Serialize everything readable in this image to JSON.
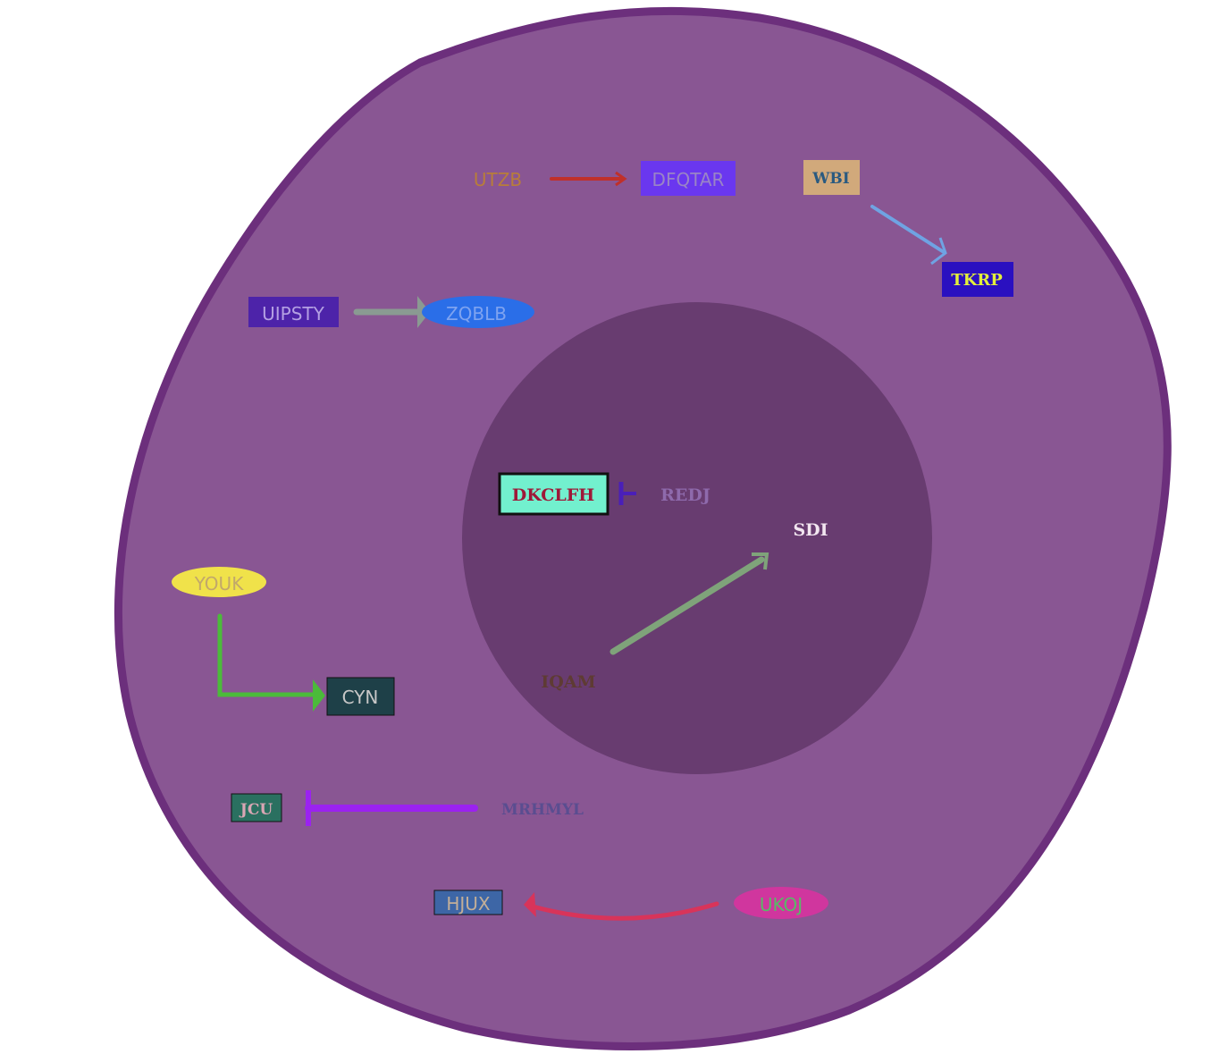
{
  "colors": {
    "cell_fill": "#895693",
    "cell_border": "#6c2f7c",
    "nucleus_fill": "#683c70"
  },
  "nodes": {
    "utzb": "UTZB",
    "dfqtar": "DFQTAR",
    "wbi": "WBI",
    "tkrp": "TKRP",
    "uipsty": "UIPSTY",
    "zqblb": "ZQBLB",
    "dkclfh": "DKCLFH",
    "redj": "REDJ",
    "sdi": "SDI",
    "iqam": "IQAM",
    "youk": "YOUK",
    "cyn": "CYN",
    "jcu": "JCU",
    "mrhmyl": "MRHMYL",
    "hjux": "HJUX",
    "ukoj": "UKOJ"
  },
  "edges": [
    {
      "from": "UTZB",
      "to": "DFQTAR",
      "type": "activation",
      "color": "#c0302a"
    },
    {
      "from": "WBI",
      "to": "TKRP",
      "type": "activation",
      "color": "#6fa3e3"
    },
    {
      "from": "UIPSTY",
      "to": "ZQBLB",
      "type": "activation",
      "color": "#8a9a92"
    },
    {
      "from": "REDJ",
      "to": "DKCLFH",
      "type": "inhibition",
      "color": "#4a1fb8"
    },
    {
      "from": "IQAM",
      "to": "SDI",
      "type": "activation",
      "color": "#7fa37a"
    },
    {
      "from": "YOUK",
      "to": "CYN",
      "type": "activation",
      "color": "#4bbb3a"
    },
    {
      "from": "MRHMYL",
      "to": "JCU",
      "type": "inhibition",
      "color": "#9b22f0"
    },
    {
      "from": "UKOJ",
      "to": "HJUX",
      "type": "activation",
      "color": "#d8345a"
    }
  ]
}
